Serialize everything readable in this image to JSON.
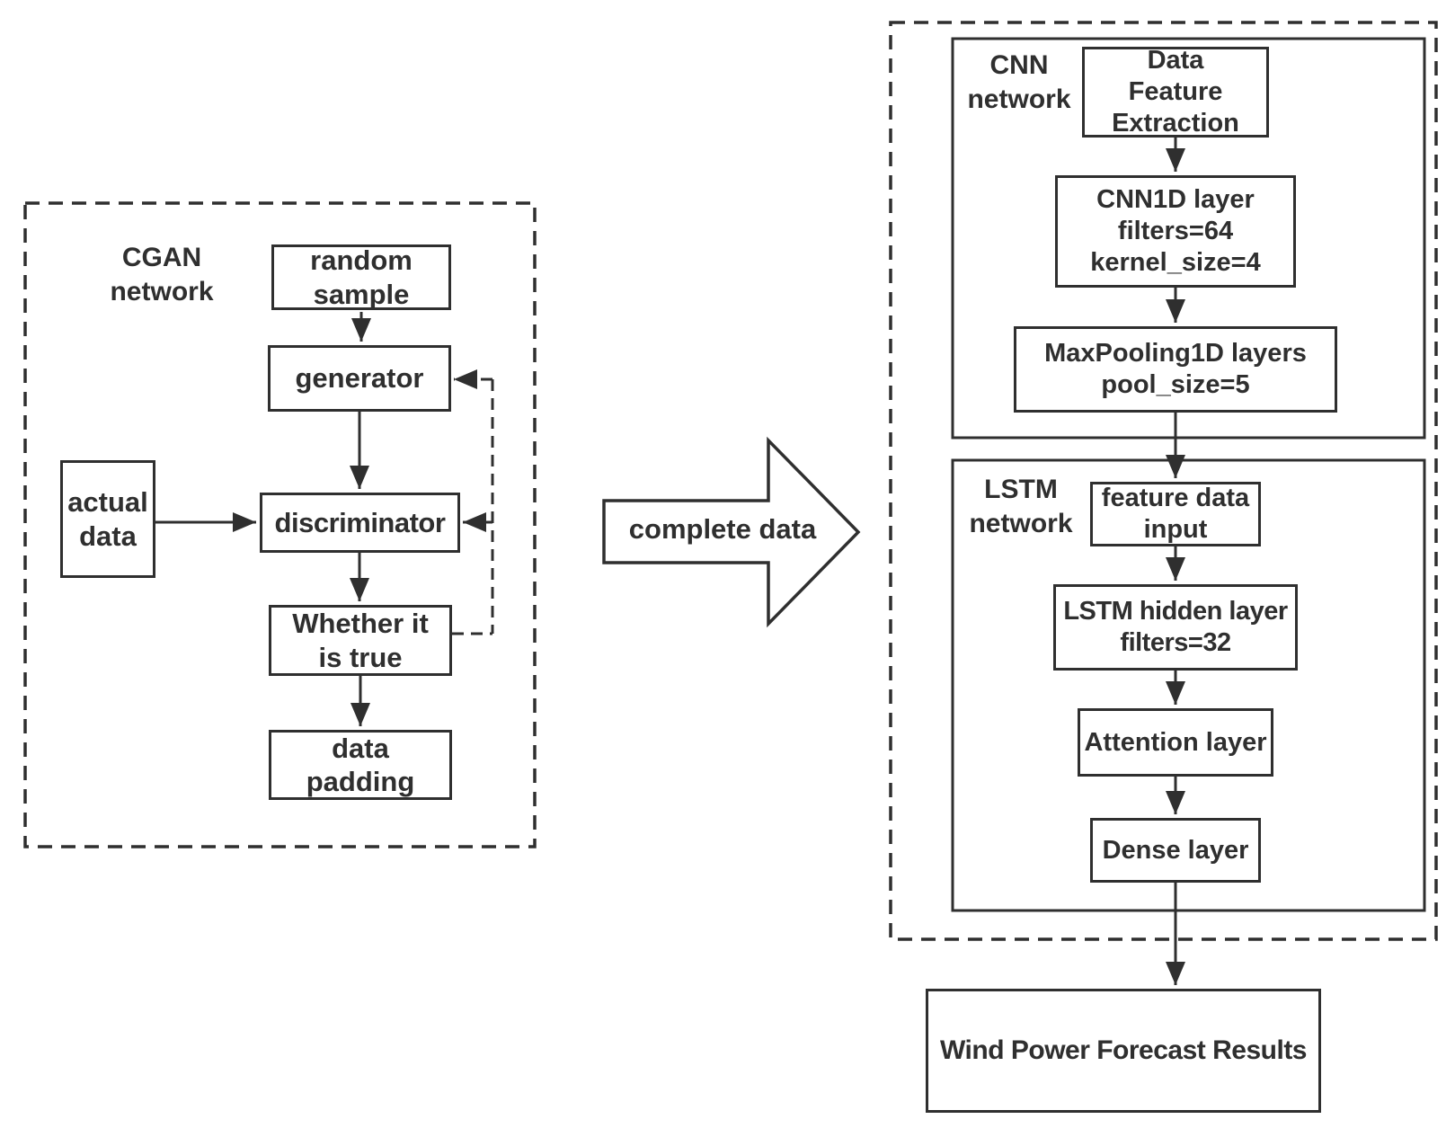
{
  "colors": {
    "line": "#2f2f2f",
    "background": "#ffffff"
  },
  "cgan": {
    "label": "CGAN\nnetwork",
    "random_sample": "random\nsample",
    "generator": "generator",
    "actual_data": "actual\ndata",
    "discriminator": "discriminator",
    "whether_true": "Whether it\nis true",
    "data_padding": "data\npadding"
  },
  "transfer": {
    "label": "complete data"
  },
  "cnn": {
    "label": "CNN\nnetwork",
    "feature_extraction": "Data\nFeature\nExtraction",
    "cnn1d": "CNN1D layer\nfilters=64\nkernel_size=4",
    "maxpooling": "MaxPooling1D layers\npool_size=5"
  },
  "lstm": {
    "label": "LSTM\nnetwork",
    "feature_input": "feature data\ninput",
    "hidden": "LSTM hidden layer\nfilters=32",
    "attention": "Attention layer",
    "dense": "Dense layer"
  },
  "result": {
    "label": "Wind Power Forecast Results"
  }
}
